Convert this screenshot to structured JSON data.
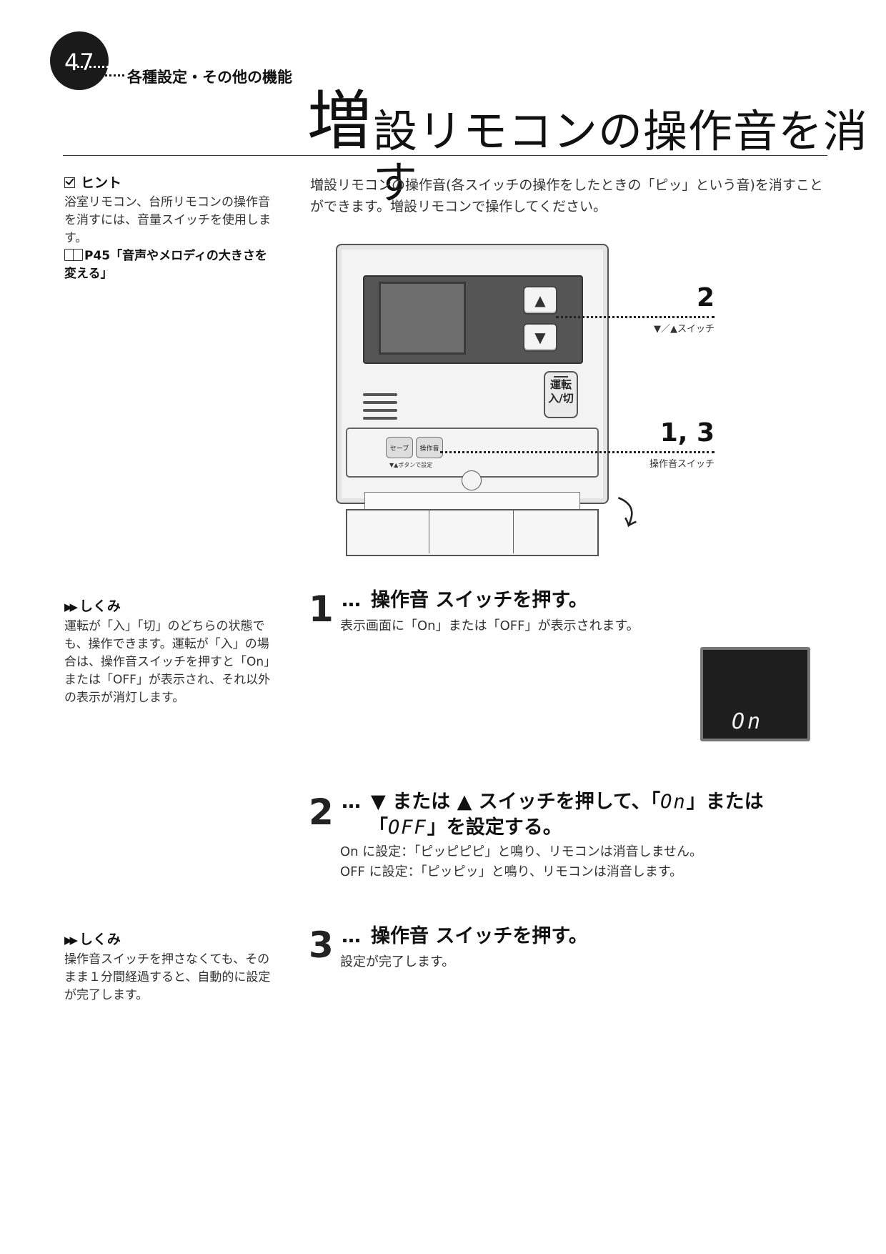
{
  "header": {
    "page_number": "47",
    "section": "各種設定・その他の機能",
    "title_big": "増",
    "title_rest": "設リモコンの操作音を消す"
  },
  "hint": {
    "heading": "ヒント",
    "text": "浴室リモコン、台所リモコンの操作音を消すには、音量スイッチを使用します。",
    "ref": "P45「音声やメロディの大きさを変える」"
  },
  "intro": "増設リモコンの操作音(各スイッチの操作をしたときの「ピッ」という音)を消すことができます。増設リモコンで操作してください。",
  "remote": {
    "up_glyph": "▲",
    "down_glyph": "▼",
    "power_label_1": "運転",
    "power_label_2": "入/切",
    "save_label": "セーブ",
    "sound_label": "操作音",
    "sub_label": "▼▲ボタンで設定",
    "callout_top_num": "2",
    "callout_top_label": "▼／▲スイッチ",
    "callout_bottom_num": "1, 3",
    "callout_bottom_label": "操作音スイッチ"
  },
  "sidebar_mechanism_1": {
    "heading": "しくみ",
    "text": "運転が「入」「切」のどちらの状態でも、操作できます。運転が「入」の場合は、操作音スイッチを押すと「On」または「OFF」が表示され、それ以外の表示が消灯します。"
  },
  "sidebar_mechanism_2": {
    "heading": "しくみ",
    "text": "操作音スイッチを押さなくても、そのまま１分間経過すると、自動的に設定が完了します。"
  },
  "steps": [
    {
      "number": "1",
      "dots": "…",
      "title": "操作音 スイッチを押す。",
      "body": "表示画面に「On」または「OFF」が表示されます。"
    },
    {
      "number": "2",
      "dots": "…",
      "title_a": "▼ または ▲ スイッチを押して、「",
      "title_seg1": "On",
      "title_b": "」または",
      "title_c": "「",
      "title_seg2": "OFF",
      "title_d": "」を設定する。",
      "body_1": "On に設定：「ピッピピピ」と鳴り、リモコンは消音しません。",
      "body_2": "OFF に設定：「ピッピッ」と鳴り、リモコンは消音します。"
    },
    {
      "number": "3",
      "dots": "…",
      "title": "操作音 スイッチを押す。",
      "body": "設定が完了します。"
    }
  ],
  "lcd": {
    "text": "On"
  }
}
